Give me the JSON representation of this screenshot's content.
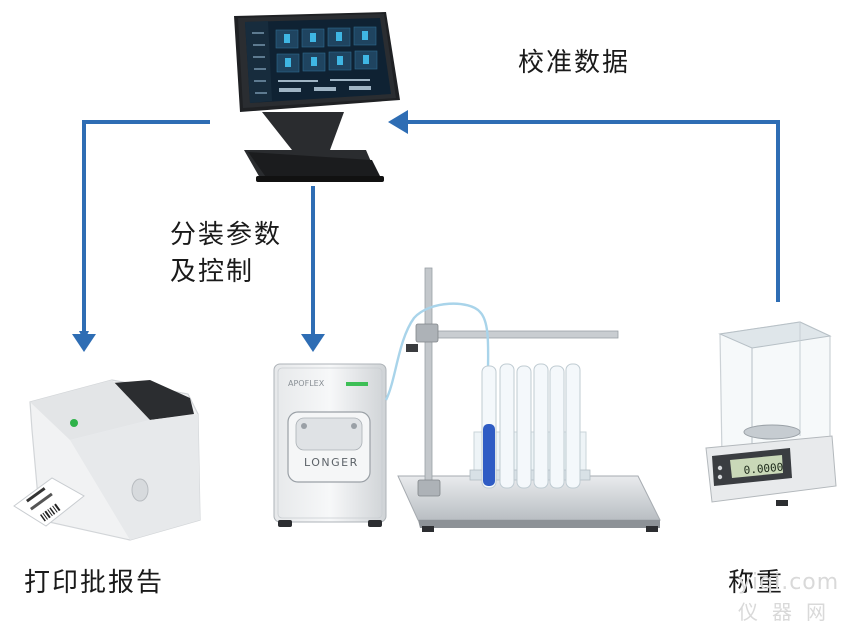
{
  "labels": {
    "calibration": "校准数据",
    "dispense_line1": "分装参数",
    "dispense_line2": "及控制",
    "print": "打印批报告",
    "weigh": "称重"
  },
  "pump": {
    "brand_top": "APOFLEX",
    "brand": "LONGER"
  },
  "balance": {
    "display": "0.0000"
  },
  "watermark": {
    "line1": "yiqi.com",
    "line2": "仪器网"
  },
  "colors": {
    "arrow": "#2e6db4",
    "text": "#1a1a1a"
  }
}
